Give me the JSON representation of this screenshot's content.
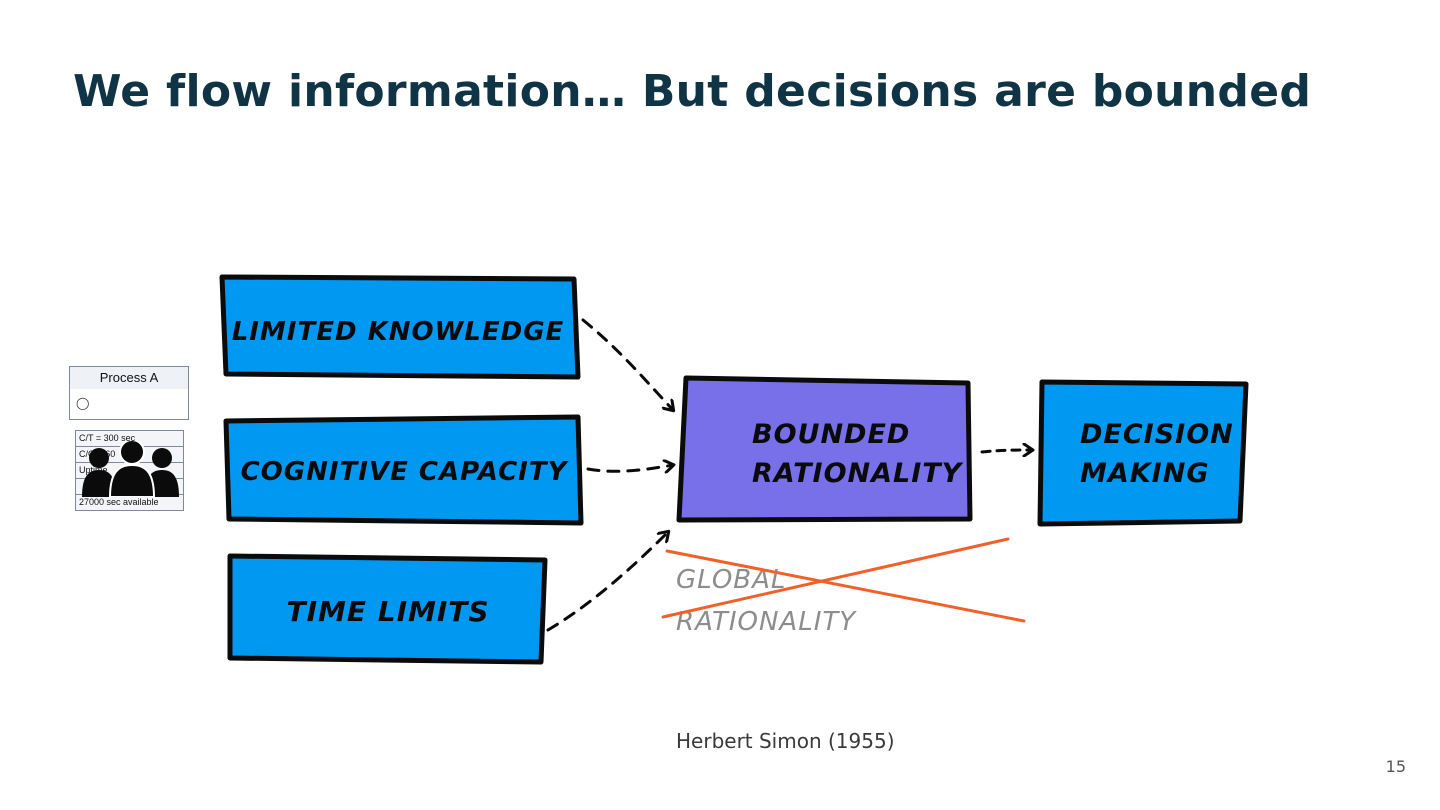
{
  "slide": {
    "title": "We flow information… But decisions are bounded",
    "citation": "Herbert Simon (1955)",
    "page_number": "15"
  },
  "diagram": {
    "inputs": {
      "limited_knowledge": "LIMITED KNOWLEDGE",
      "cognitive_capacity": "COGNITIVE CAPACITY",
      "time_limits": "TIME LIMITS"
    },
    "center": {
      "line1": "BOUNDED",
      "line2": "RATIONALITY"
    },
    "output": {
      "line1": "DECISION",
      "line2": "MAKING"
    },
    "crossed_out": {
      "line1": "GLOBAL",
      "line2": "RATIONALITY"
    },
    "colors": {
      "input_box": "#0098f0",
      "center_box": "#7870e8",
      "strike": "#f0602a",
      "title": "#0f3445"
    }
  },
  "process_card": {
    "title": "Process A",
    "operator_icon": "operator-icon",
    "rows": [
      "C/T = 300 sec",
      "C/O = 60",
      "Uptime",
      "",
      "27000 sec available"
    ]
  }
}
